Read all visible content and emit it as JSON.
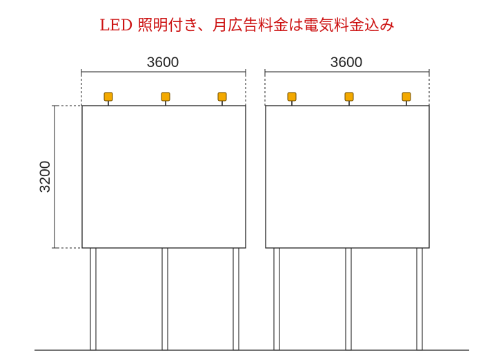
{
  "title": "LED 照明付き、月広告料金は電気料金込み",
  "dimensions": {
    "width_left": "3600",
    "width_right": "3600",
    "height": "3200"
  },
  "colors": {
    "title": "#cc1111",
    "lamp": "#f3a900",
    "line": "#222222"
  }
}
